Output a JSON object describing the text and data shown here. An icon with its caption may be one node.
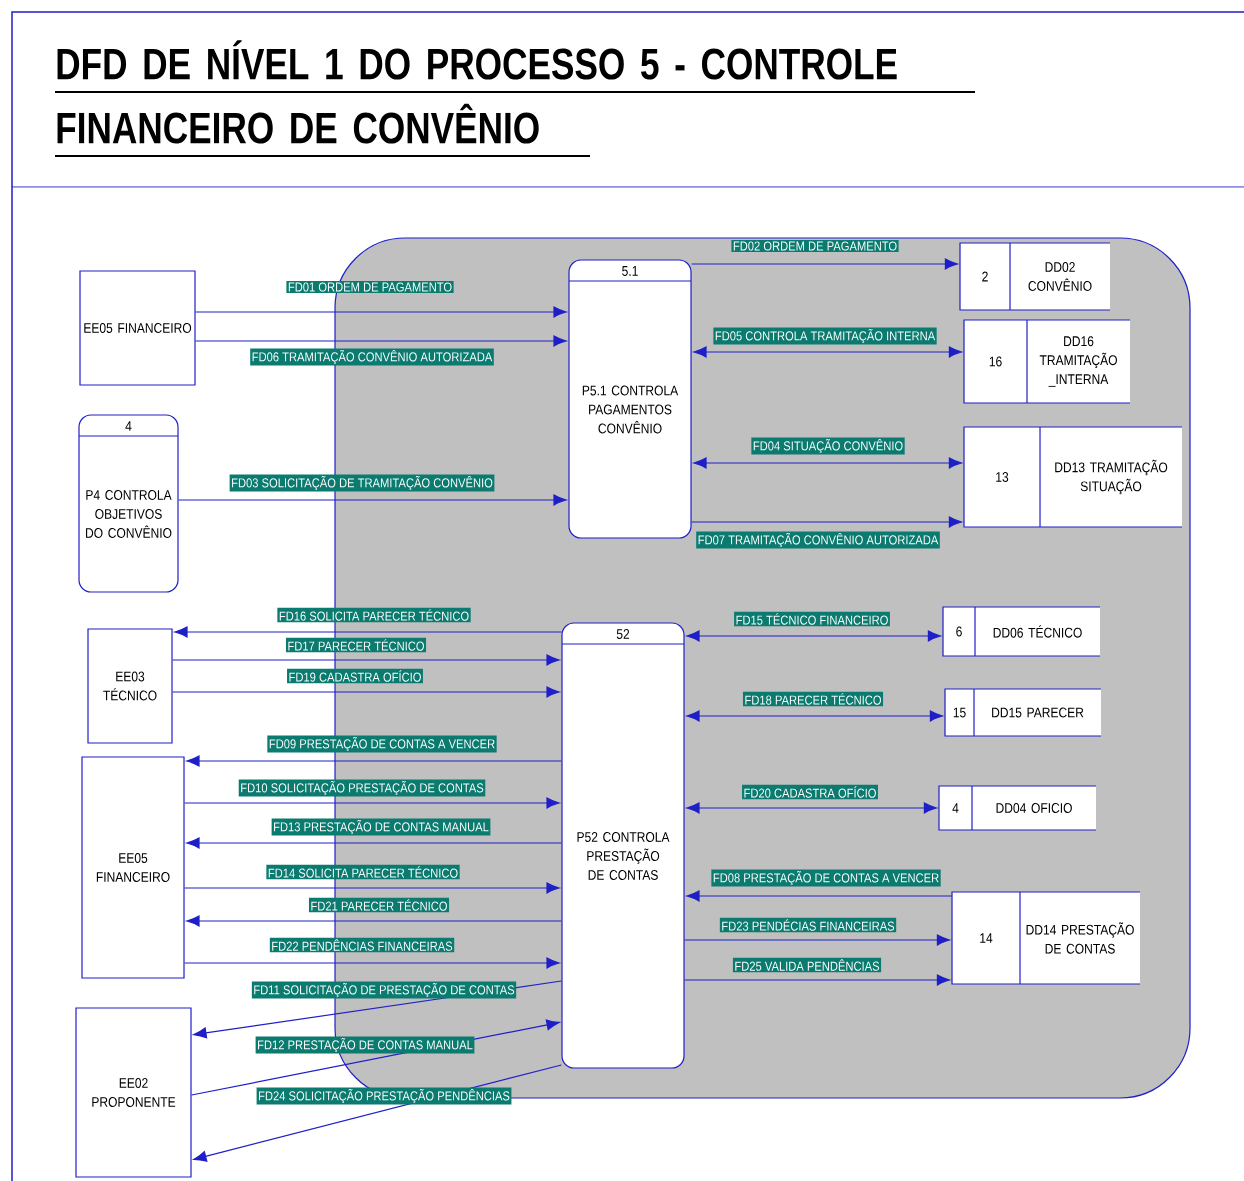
{
  "diagram": {
    "title": "DFD DE NÍVEL 1 DO PROCESSO 5 - CONTROLE FINANCEIRO DE CONVÊNIO",
    "nodes": [
      {
        "text": [],
        "shape": "box"
      },
      {
        "text": [
          "EE05 FINANCEIRO"
        ]
      },
      {
        "text": [
          "4",
          "P4 CONTROLA OBJETIVOS DO CONVÊNIO"
        ]
      },
      {
        "text": [
          "5.1",
          "P5.1 CONTROLA PAGAMENTOS CONVÊNIO"
        ],
        "in": 0
      },
      {
        "text": [
          "2",
          "DD02 CONVÊNIO"
        ],
        "in": 0
      },
      {
        "text": [
          "16",
          "DD16 TRAMITAÇÃO _INTERNA"
        ],
        "in": 0
      },
      {
        "text": [
          "13",
          "DD13 TRAMITAÇÃO SITUAÇÃO"
        ],
        "in": 0
      },
      {
        "text": [
          "EE03 TÉCNICO"
        ]
      },
      {
        "text": [
          "52",
          "P52 CONTROLA PRESTAÇÃO DE CONTAS"
        ],
        "in": 0
      },
      {
        "text": [
          "6",
          "DD06 TÉCNICO"
        ],
        "in": 0
      },
      {
        "text": [
          "15",
          "DD15 PARECER"
        ],
        "in": 0
      },
      {
        "text": [
          "4",
          "DD04 OFICIO"
        ],
        "in": 0
      },
      {
        "text": [
          "EE05 FINANCEIRO"
        ]
      },
      {
        "text": [
          "14",
          "DD14 PRESTAÇÃO DE CONTAS"
        ],
        "in": 0
      },
      {
        "text": [
          "EE02 PROPONENTE"
        ]
      }
    ],
    "edges": [
      {
        "from": 1,
        "to": 3,
        "arrow": "to",
        "label": "FD01 ORDEM DE PAGAMENTO"
      },
      {
        "from": 1,
        "to": 3,
        "arrow": "to",
        "label": "FD06 TRAMITAÇÃO CONVÊNIO AUTORIZADA"
      },
      {
        "from": 2,
        "to": 3,
        "arrow": "to",
        "label": "FD03 SOLICITAÇÃO DE TRAMITAÇÃO CONVÊNIO"
      },
      {
        "from": 3,
        "to": 4,
        "arrow": "to",
        "label": "FD02 ORDEM DE PAGAMENTO"
      },
      {
        "from": 3,
        "to": 5,
        "arrow": "both",
        "label": "FD05 CONTROLA TRAMITAÇÃO INTERNA"
      },
      {
        "from": 3,
        "to": 6,
        "arrow": "both",
        "label": "FD04 SITUAÇÃO CONVÊNIO"
      },
      {
        "from": 3,
        "to": 6,
        "arrow": "to",
        "label": "FD07 TRAMITAÇÃO CONVÊNIO AUTORIZADA"
      },
      {
        "from": 8,
        "to": 7,
        "arrow": "to",
        "label": "FD16 SOLICITA PARECER TÉCNICO"
      },
      {
        "from": 7,
        "to": 8,
        "arrow": "to",
        "label": "FD17 PARECER TÉCNICO"
      },
      {
        "from": 7,
        "to": 8,
        "arrow": "to",
        "label": "FD19 CADASTRA OFÍCIO"
      },
      {
        "from": 8,
        "to": 9,
        "arrow": "both",
        "label": "FD15 TÉCNICO FINANCEIRO"
      },
      {
        "from": 8,
        "to": 10,
        "arrow": "both",
        "label": "FD18 PARECER TÉCNICO"
      },
      {
        "from": 8,
        "to": 11,
        "arrow": "both",
        "label": "FD20 CADASTRA OFÍCIO"
      },
      {
        "from": 8,
        "to": 12,
        "arrow": "to",
        "label": "FD09 PRESTAÇÃO DE CONTAS A VENCER"
      },
      {
        "from": 12,
        "to": 8,
        "arrow": "to",
        "label": "FD10 SOLICITAÇÃO PRESTAÇÃO DE CONTAS"
      },
      {
        "from": 8,
        "to": 12,
        "arrow": "to",
        "label": "FD13 PRESTAÇÃO DE CONTAS MANUAL"
      },
      {
        "from": 12,
        "to": 8,
        "arrow": "to",
        "label": "FD14 SOLICITA PARECER TÉCNICO"
      },
      {
        "from": 8,
        "to": 12,
        "arrow": "to",
        "label": "FD21 PARECER TÉCNICO"
      },
      {
        "from": 12,
        "to": 8,
        "arrow": "to",
        "label": "FD22 PENDÊNCIAS FINANCEIRAS"
      },
      {
        "from": 13,
        "to": 8,
        "arrow": "to",
        "label": "FD08 PRESTAÇÃO DE CONTAS A VENCER"
      },
      {
        "from": 8,
        "to": 13,
        "arrow": "to",
        "label": "FD23 PENDÉCIAS FINANCEIRAS"
      },
      {
        "from": 8,
        "to": 13,
        "arrow": "to",
        "label": "FD25 VALIDA PENDÊNCIAS"
      },
      {
        "from": 8,
        "to": 14,
        "arrow": "to",
        "label": "FD11 SOLICITAÇÃO DE PRESTAÇÃO DE CONTAS"
      },
      {
        "from": 14,
        "to": 8,
        "arrow": "to",
        "label": "FD12 PRESTAÇÃO DE CONTAS MANUAL"
      },
      {
        "from": 8,
        "to": 14,
        "arrow": "to",
        "label": "FD24 SOLICITAÇÃO PRESTAÇÃO PENDÊNCIAS"
      }
    ]
  }
}
